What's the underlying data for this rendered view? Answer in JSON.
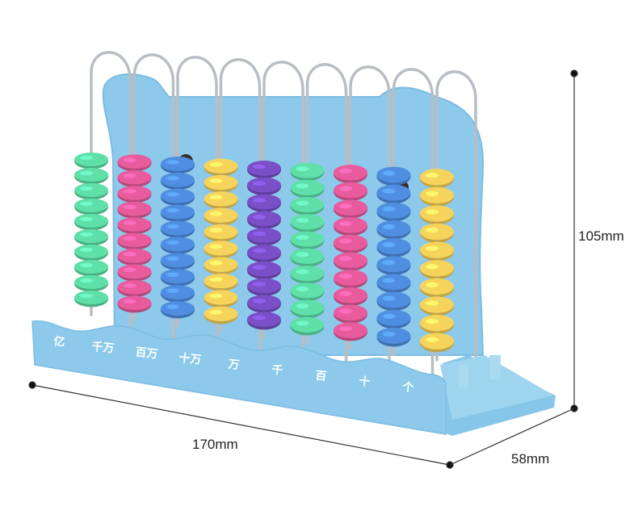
{
  "product": {
    "colors": {
      "frame": "#8cc9ea",
      "frame_dark": "#6fb2d8",
      "wire": "#b8bec4",
      "bead_green": "#5fe0a8",
      "bead_pink": "#e85c9e",
      "bead_blue": "#4f8ee0",
      "bead_yellow": "#f6d45c",
      "bead_purple": "#7a4fc7"
    },
    "rods": [
      {
        "place": "亿",
        "bead_color": "bead_green"
      },
      {
        "place": "千万",
        "bead_color": "bead_pink"
      },
      {
        "place": "百万",
        "bead_color": "bead_blue"
      },
      {
        "place": "十万",
        "bead_color": "bead_yellow"
      },
      {
        "place": "万",
        "bead_color": "bead_purple"
      },
      {
        "place": "千",
        "bead_color": "bead_green"
      },
      {
        "place": "百",
        "bead_color": "bead_pink"
      },
      {
        "place": "十",
        "bead_color": "bead_blue"
      },
      {
        "place": "个",
        "bead_color": "bead_yellow"
      }
    ]
  },
  "dimensions": {
    "height": "105mm",
    "width": "170mm",
    "depth": "58mm"
  }
}
